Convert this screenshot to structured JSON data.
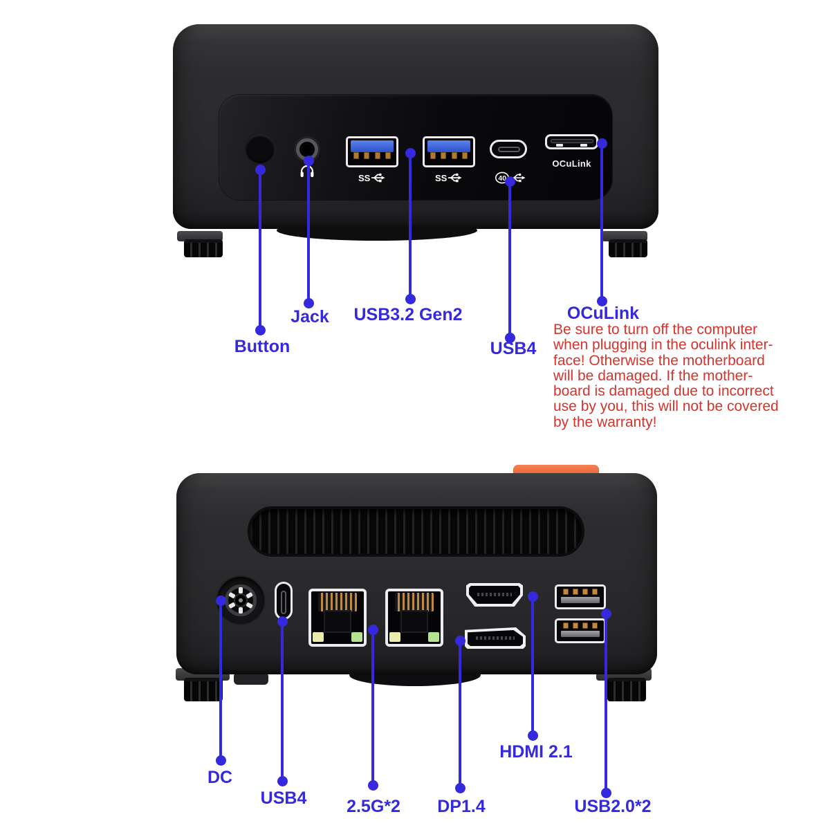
{
  "annotations": {
    "front": [
      {
        "id": "button",
        "label": "Button"
      },
      {
        "id": "jack",
        "label": "Jack"
      },
      {
        "id": "usb32",
        "label": "USB3.2 Gen2"
      },
      {
        "id": "usb4",
        "label": "USB4"
      },
      {
        "id": "oculink",
        "label": "OCuLink"
      }
    ],
    "warning": {
      "lines": [
        "Be sure to turn off the computer",
        "when plugging in the oculink inter-",
        "face! Otherwise the motherboard",
        "will be damaged. If the mother-",
        "board is damaged due to incorrect",
        "use by you, this will not be covered",
        "by the warranty!"
      ]
    },
    "rear": [
      {
        "id": "dc",
        "label": "DC"
      },
      {
        "id": "usb4b",
        "label": "USB4"
      },
      {
        "id": "lan",
        "label": "2.5G*2"
      },
      {
        "id": "dp",
        "label": "DP1.4"
      },
      {
        "id": "hdmi",
        "label": "HDMI 2.1"
      },
      {
        "id": "usb2",
        "label": "USB2.0*2"
      }
    ]
  },
  "front_panel": {
    "oculink_print": "OCuLink"
  },
  "icons": {
    "front": [
      "headphone-icon",
      "ss-usb3-icon",
      "ss-usb3-icon",
      "usb40-trident-icon"
    ]
  },
  "colors": {
    "accent_blue": "#3429dd",
    "warning_red": "#d5332c",
    "orange_tab": "#ed6a41",
    "usb3_tongue_blue": "#3a62d8",
    "lan_led_yellow": "#ecebad",
    "lan_led_green": "#b5e394"
  }
}
